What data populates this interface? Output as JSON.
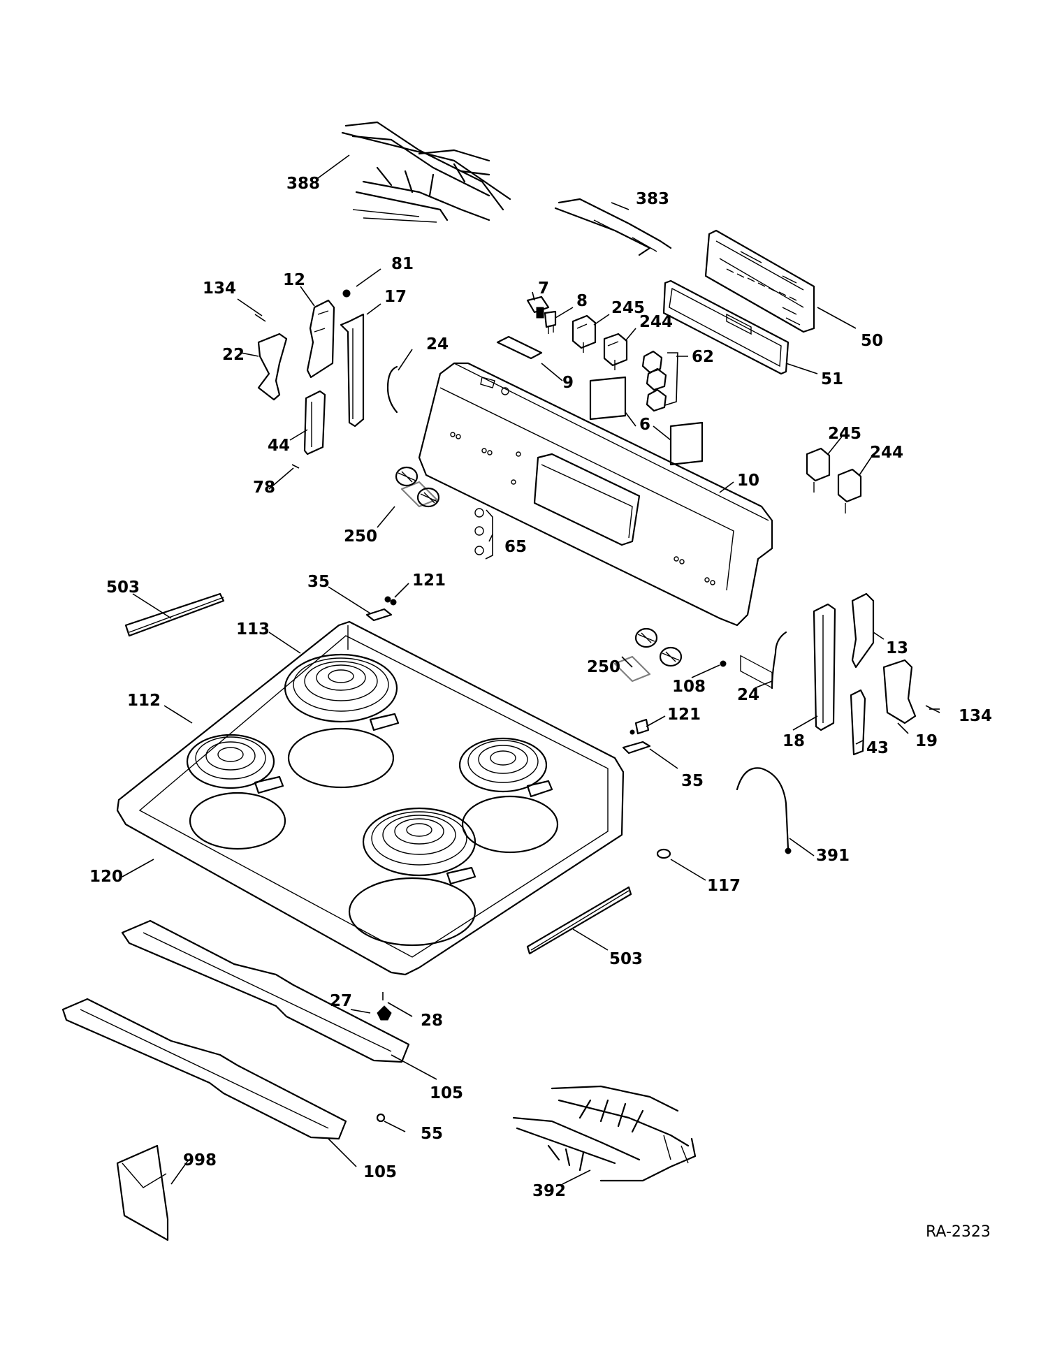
{
  "diagram_ref": "RA-2323",
  "callouts": [
    {
      "id": "388"
    },
    {
      "id": "383"
    },
    {
      "id": "134"
    },
    {
      "id": "12"
    },
    {
      "id": "81"
    },
    {
      "id": "17"
    },
    {
      "id": "7"
    },
    {
      "id": "8"
    },
    {
      "id": "245"
    },
    {
      "id": "244"
    },
    {
      "id": "50"
    },
    {
      "id": "22"
    },
    {
      "id": "24"
    },
    {
      "id": "9"
    },
    {
      "id": "62"
    },
    {
      "id": "51"
    },
    {
      "id": "6"
    },
    {
      "id": "44"
    },
    {
      "id": "245"
    },
    {
      "id": "244"
    },
    {
      "id": "78"
    },
    {
      "id": "10"
    },
    {
      "id": "250"
    },
    {
      "id": "65"
    },
    {
      "id": "503"
    },
    {
      "id": "35"
    },
    {
      "id": "121"
    },
    {
      "id": "113"
    },
    {
      "id": "13"
    },
    {
      "id": "250"
    },
    {
      "id": "108"
    },
    {
      "id": "24"
    },
    {
      "id": "134"
    },
    {
      "id": "112"
    },
    {
      "id": "121"
    },
    {
      "id": "18"
    },
    {
      "id": "43"
    },
    {
      "id": "19"
    },
    {
      "id": "35"
    },
    {
      "id": "391"
    },
    {
      "id": "120"
    },
    {
      "id": "117"
    },
    {
      "id": "503"
    },
    {
      "id": "27"
    },
    {
      "id": "28"
    },
    {
      "id": "105"
    },
    {
      "id": "55"
    },
    {
      "id": "105"
    },
    {
      "id": "998"
    },
    {
      "id": "392"
    }
  ]
}
